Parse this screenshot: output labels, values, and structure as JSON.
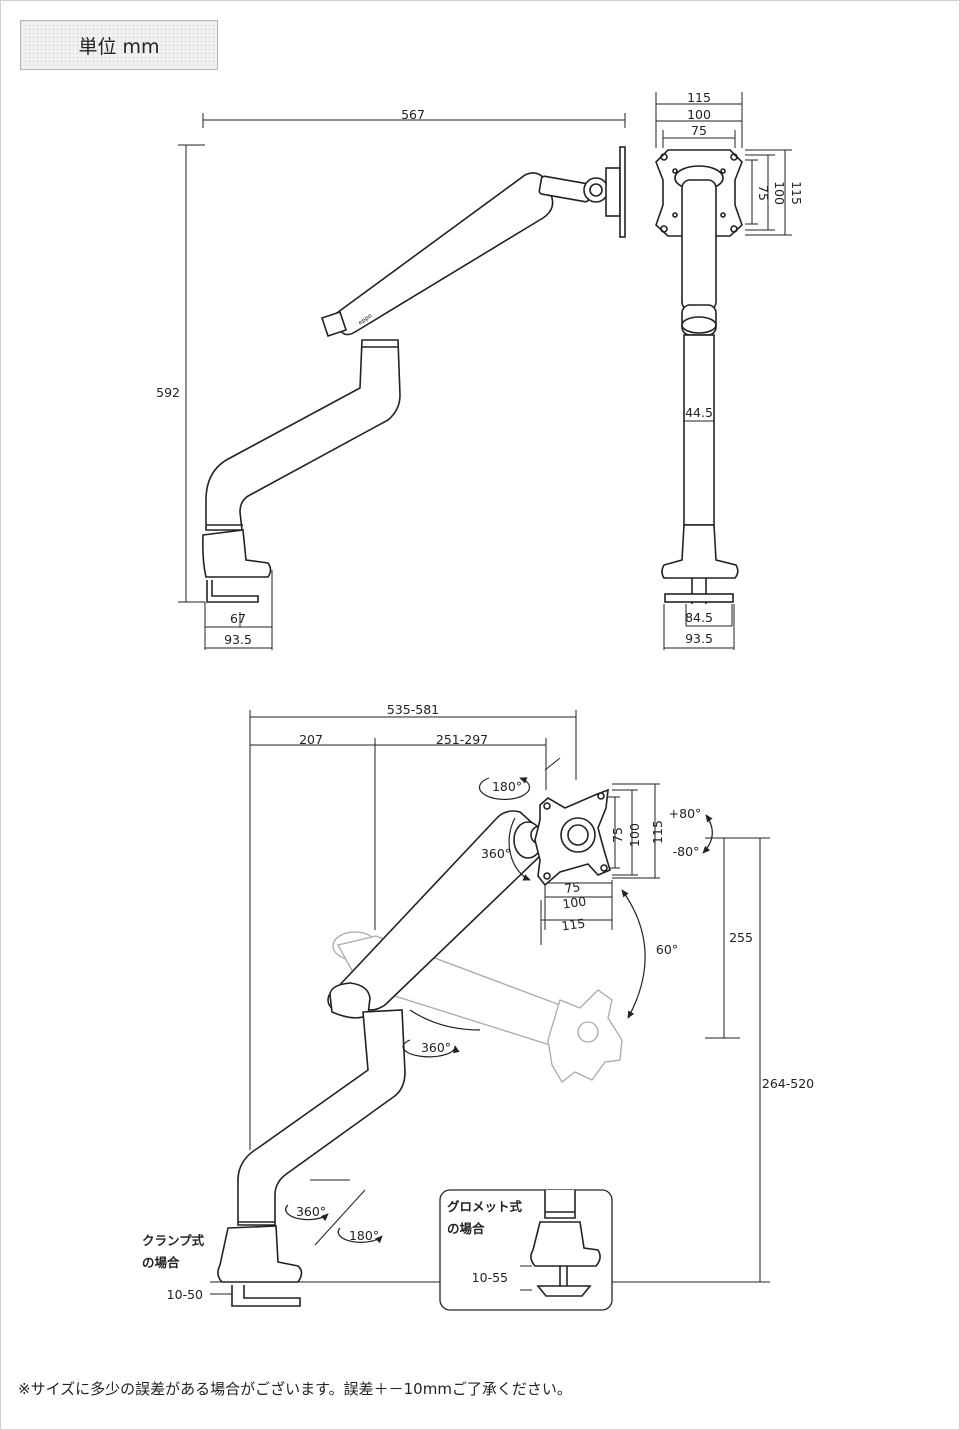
{
  "unit_label": "単位 mm",
  "side_view": {
    "overall_width": "567",
    "overall_height": "592",
    "base_width_inner": "67",
    "base_width_outer": "93.5"
  },
  "front_view": {
    "vesa_outer": "115",
    "vesa_mid": "100",
    "vesa_inner": "75",
    "pole_diameter": "44.5",
    "base_width_inner": "84.5",
    "base_width_outer": "93.5"
  },
  "motion_view": {
    "reach_total": "535-581",
    "reach_lower": "207",
    "reach_upper": "251-297",
    "tilt_up": "+80°",
    "tilt_down": "-80°",
    "rotate_180_top": "180°",
    "rotate_360_head": "360°",
    "rotate_360_mid": "360°",
    "rotate_360_base": "360°",
    "rotate_180_base": "180°",
    "arm_angle": "60°",
    "vertical_travel": "255",
    "height_range": "264-520",
    "vesa_75": "75",
    "vesa_100": "100",
    "vesa_115": "115"
  },
  "clamp": {
    "label_line1": "クランプ式",
    "label_line2": "の場合",
    "thickness": "10-50"
  },
  "grommet": {
    "label_line1": "グロメット式",
    "label_line2": "の場合",
    "thickness": "10-55"
  },
  "footer_note": "※サイズに多少の誤差がある場合がございます。誤差＋－10mmご了承ください。"
}
